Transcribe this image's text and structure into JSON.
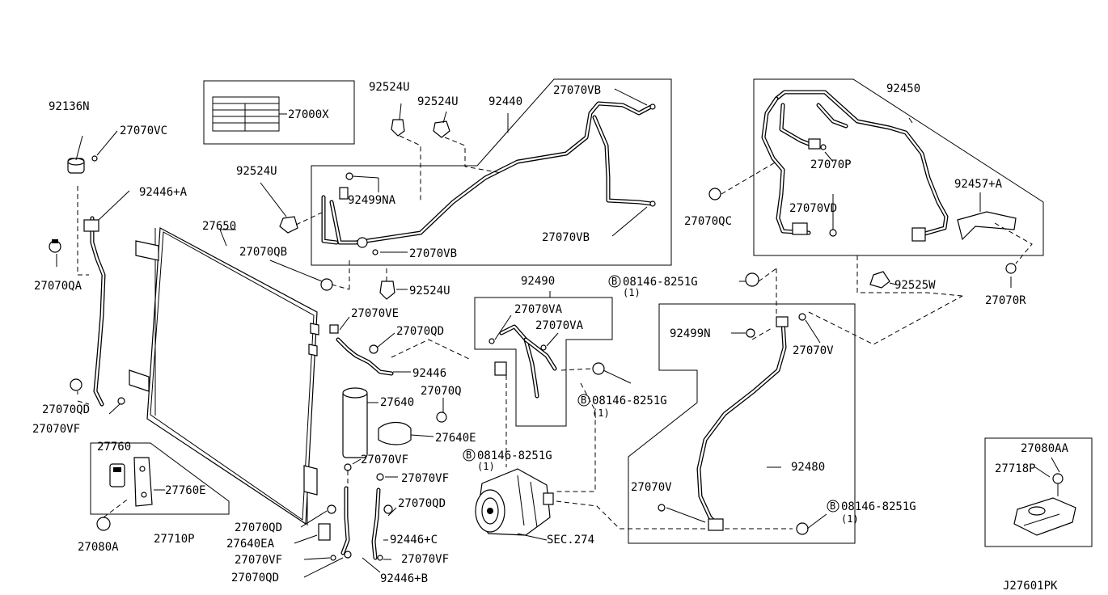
{
  "labels": {
    "p92136N": "92136N",
    "p27070VC": "27070VC",
    "p92446A": "92446+A",
    "p27070QA": "27070QA",
    "p27070QD_left": "27070QD",
    "p27070VF_left": "27070VF",
    "p27000X": "27000X",
    "p92524U_a": "92524U",
    "p92524U_b": "92524U",
    "p92440": "92440",
    "p27070VB_a": "27070VB",
    "p92524U_c": "92524U",
    "p92499NA": "92499NA",
    "p27070VB_b": "27070VB",
    "p27070VB_c": "27070VB",
    "p27650": "27650",
    "p27070QB": "27070QB",
    "p92524U_d": "92524U",
    "p27070VE": "27070VE",
    "p27070QD_mid": "27070QD",
    "p92446": "92446",
    "p27640": "27640",
    "p27070Q": "27070Q",
    "p27640E": "27640E",
    "p27070VF_a": "27070VF",
    "p27070VF_b": "27070VF",
    "p27070QD_c": "27070QD",
    "p27070QD_d": "27070QD",
    "p27640EA": "27640EA",
    "p92446C": "92446+C",
    "p27070VF_c": "27070VF",
    "p27070VF_d": "27070VF",
    "p27070QD_e": "27070QD",
    "p92446B": "92446+B",
    "p27760": "27760",
    "p27760E": "27760E",
    "p27710P": "27710P",
    "p27080A": "27080A",
    "p92490": "92490",
    "p27070VA_a": "27070VA",
    "p27070VA_b": "27070VA",
    "p08146_a": "08146-8251G",
    "p08146_a_qty": "(1)",
    "p08146_b": "08146-8251G",
    "p08146_b_qty": "(1)",
    "p08146_c": "08146-8251G",
    "p08146_c_qty": "(1)",
    "p08146_d": "08146-8251G",
    "p08146_d_qty": "(1)",
    "pSEC274": "SEC.274",
    "p92450": "92450",
    "p27070P": "27070P",
    "p27070VD": "27070VD",
    "p27070QC": "27070QC",
    "p92457A": "92457+A",
    "p92525W": "92525W",
    "p27070R": "27070R",
    "p92499N": "92499N",
    "p27070V_a": "27070V",
    "p27070V_b": "27070V",
    "p92480": "92480",
    "p27080AA": "27080AA",
    "p27718P": "27718P",
    "bolt_symbol": "B",
    "diagram_code": "J27601PK"
  }
}
